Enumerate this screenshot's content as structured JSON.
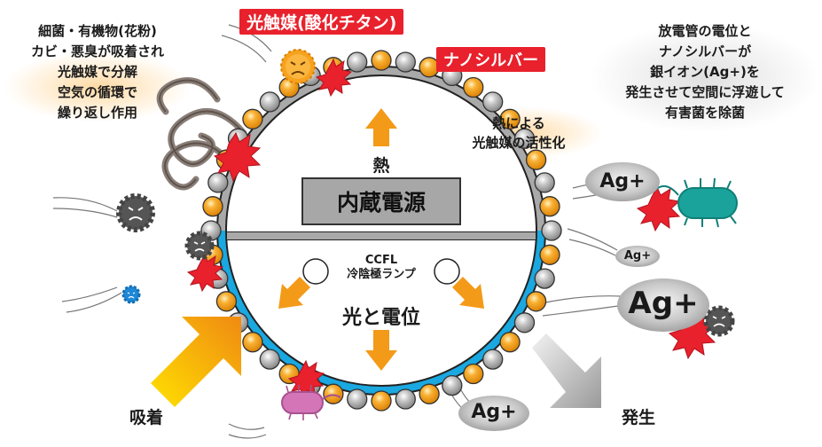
{
  "labels": {
    "photocatalyst_tag": "光触媒(酸化チタン)",
    "nanosilver_tag": "ナノシルバー",
    "left_note": [
      "細菌・有機物(花粉)",
      "カビ・悪臭が吸着され",
      "光触媒で分解",
      "空気の循環で",
      "繰り返し作用"
    ],
    "right_note": [
      "放電管の電位と",
      "ナノシルバーが",
      "銀イオン(Ag+)を",
      "発生させて空間に浮遊して",
      "有害菌を除菌"
    ],
    "heat_note": [
      "熱による",
      "光触媒の活性化"
    ],
    "heat": "熱",
    "power_box": "内蔵電源",
    "ccfl": "CCFL",
    "ccfl_jp": "冷陰極ランプ",
    "light_potential": "光と電位",
    "adsorb": "吸着",
    "generate": "発生",
    "ag_ion": "Ag+"
  },
  "colors": {
    "ring_gray": "#a9a9a9",
    "ring_blue": "#1aa8e0",
    "bead_orange": "#f39a18",
    "bead_gray": "#b5b5b5",
    "arrow_orange": "#f39a18",
    "tag_red": "#e8212c",
    "splat_red": "#e8212c",
    "bacteria_teal": "#1aa39a",
    "bacteria_pink": "#d475b8",
    "virus_dark": "#555555",
    "virus_blue": "#1e88d6",
    "pollen_orange": "#f7a21e"
  }
}
